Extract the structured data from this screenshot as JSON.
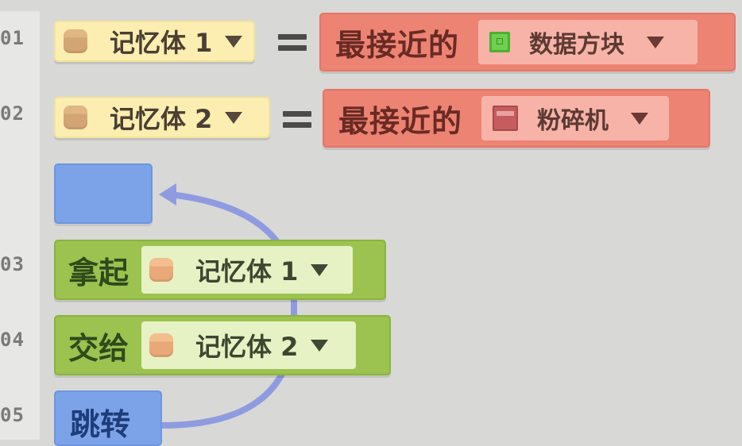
{
  "gutter": {
    "line_numbers": [
      "01",
      "02",
      "03",
      "04",
      "05"
    ]
  },
  "rows": [
    {
      "line": "01",
      "type": "set-nearest",
      "variable": {
        "icon": "memory-cylinder-icon",
        "label": "记忆体 1"
      },
      "operator": "=",
      "nearest": {
        "label": "最接近的",
        "target_icon": "data-cube-icon",
        "target": "数据方块"
      }
    },
    {
      "line": "02",
      "type": "set-nearest",
      "variable": {
        "icon": "memory-cylinder-icon",
        "label": "记忆体 2"
      },
      "operator": "=",
      "nearest": {
        "label": "最接近的",
        "target_icon": "shredder-icon",
        "target": "粉碎机"
      }
    },
    {
      "type": "jump-target",
      "label": ""
    },
    {
      "line": "03",
      "type": "pickup",
      "label": "拿起",
      "variable": {
        "icon": "memory-cylinder-icon",
        "label": "记忆体 1"
      }
    },
    {
      "line": "04",
      "type": "giveto",
      "label": "交给",
      "variable": {
        "icon": "memory-cylinder-icon",
        "label": "记忆体 2"
      }
    },
    {
      "line": "05",
      "type": "jump",
      "label": "跳转"
    }
  ],
  "colors": {
    "background": "#d8d8d6",
    "gutter": "#e7e7e5",
    "variable_block": "#fbeeb0",
    "nearest_block": "#ec8373",
    "action_block": "#9cc24f",
    "jump_block": "#7ca3e8",
    "arrow": "#8f9be0"
  }
}
